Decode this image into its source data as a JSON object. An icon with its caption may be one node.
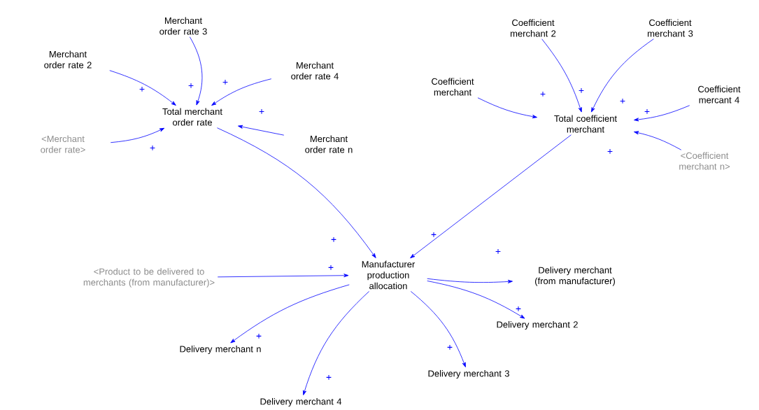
{
  "diagram": {
    "nodes": [
      {
        "text": [
          "Merchant order rate 3"
        ]
      },
      {
        "text": [
          "Merchant order rate 2"
        ]
      },
      {
        "text": [
          "Merchant order rate 4"
        ]
      },
      {
        "text": [
          "Total merchant order rate"
        ]
      },
      {
        "text": [
          "<Merchant order rate>"
        ]
      },
      {
        "text": [
          "Merchant order rate n"
        ]
      },
      {
        "text": [
          "Coefficient merchant 2"
        ]
      },
      {
        "text": [
          "Coefficient merchant 3"
        ]
      },
      {
        "text": [
          "Coefficient merchant"
        ]
      },
      {
        "text": [
          "Coefficient mercant 4"
        ]
      },
      {
        "text": [
          "Total coefficient merchant"
        ]
      },
      {
        "text": [
          "<Coefficient merchant n>"
        ]
      },
      {
        "text": [
          "Manufacturer production allocation"
        ]
      },
      {
        "text": [
          "<Product to be delivered to merchants (from manufacturer)>"
        ]
      },
      {
        "text": [
          "Delivery merchant (from manufacturer)"
        ]
      },
      {
        "text": [
          "Delivery merchant 2"
        ]
      },
      {
        "text": [
          "Delivery merchant n"
        ]
      },
      {
        "text": [
          "Delivery merchant 3"
        ]
      },
      {
        "text": [
          "Delivery merchant 4"
        ]
      }
    ],
    "edges": [
      {
        "from": 1,
        "to": 3,
        "arrow": "to",
        "label": "+"
      },
      {
        "from": 0,
        "to": 3,
        "arrow": "to",
        "label": "+"
      },
      {
        "from": 2,
        "to": 3,
        "arrow": "to",
        "label": "+"
      },
      {
        "from": 5,
        "to": 3,
        "arrow": "to",
        "label": "+"
      },
      {
        "from": 4,
        "to": 3,
        "arrow": "to",
        "label": "+"
      },
      {
        "from": 8,
        "to": 10,
        "arrow": "to",
        "label": "+"
      },
      {
        "from": 6,
        "to": 10,
        "arrow": "to",
        "label": "+"
      },
      {
        "from": 7,
        "to": 10,
        "arrow": "to",
        "label": "+"
      },
      {
        "from": 9,
        "to": 10,
        "arrow": "to",
        "label": "+"
      },
      {
        "from": 11,
        "to": 10,
        "arrow": "to",
        "label": "+"
      },
      {
        "from": 3,
        "to": 12,
        "arrow": "to",
        "label": "+"
      },
      {
        "from": 10,
        "to": 12,
        "arrow": "to",
        "label": "+"
      },
      {
        "from": 13,
        "to": 12,
        "arrow": "to",
        "label": "+"
      },
      {
        "from": 12,
        "to": 14,
        "arrow": "to",
        "label": "+"
      },
      {
        "from": 12,
        "to": 15,
        "arrow": "to",
        "label": "+"
      },
      {
        "from": 12,
        "to": 16,
        "arrow": "to",
        "label": "+"
      },
      {
        "from": 12,
        "to": 17,
        "arrow": "to",
        "label": "+"
      },
      {
        "from": 12,
        "to": 18,
        "arrow": "to",
        "label": "+"
      }
    ]
  }
}
